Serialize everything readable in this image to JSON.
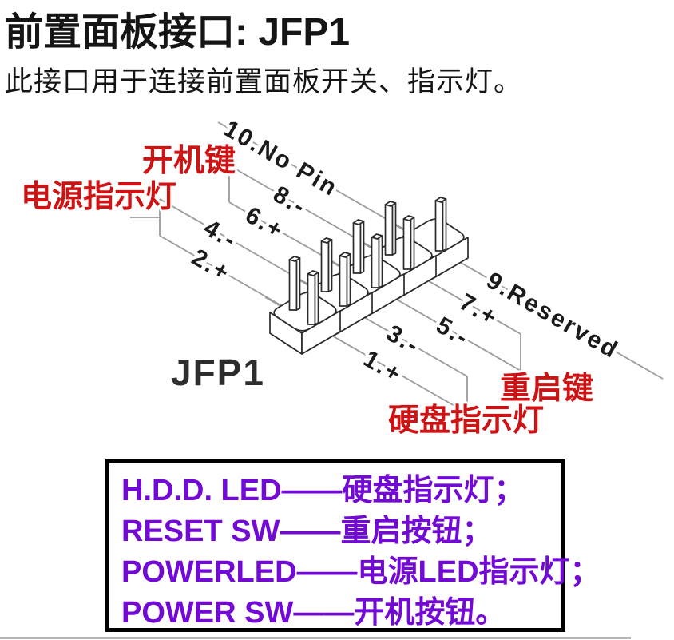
{
  "header": {
    "title": "前置面板接口: JFP1",
    "subtitle": "此接口用于连接前置面板开关、指示灯。"
  },
  "diagram": {
    "connector_label": "JFP1",
    "red_labels": {
      "power_switch": "开机键",
      "power_led": "电源指示灯",
      "reset_switch": "重启键",
      "hdd_led": "硬盘指示灯"
    },
    "pin_labels": {
      "pin1": "1.+",
      "pin2": "2.+",
      "pin3": "3.-",
      "pin4": "4.-",
      "pin5": "5.-",
      "pin6": "6.+",
      "pin7": "7.+",
      "pin8": "8.-",
      "pin9": "9.Reserved",
      "pin10": "10.No Pin"
    }
  },
  "legend": {
    "lines": [
      "H.D.D. LED——硬盘指示灯；",
      "RESET SW——重启按钮；",
      "POWERLED——电源LED指示灯；",
      "POWER SW——开机按钮。"
    ]
  },
  "colors": {
    "red": "#cd1313",
    "purple": "#7209d4",
    "leader_gray": "#9b9b9b",
    "outline": "#2b2b2b"
  }
}
